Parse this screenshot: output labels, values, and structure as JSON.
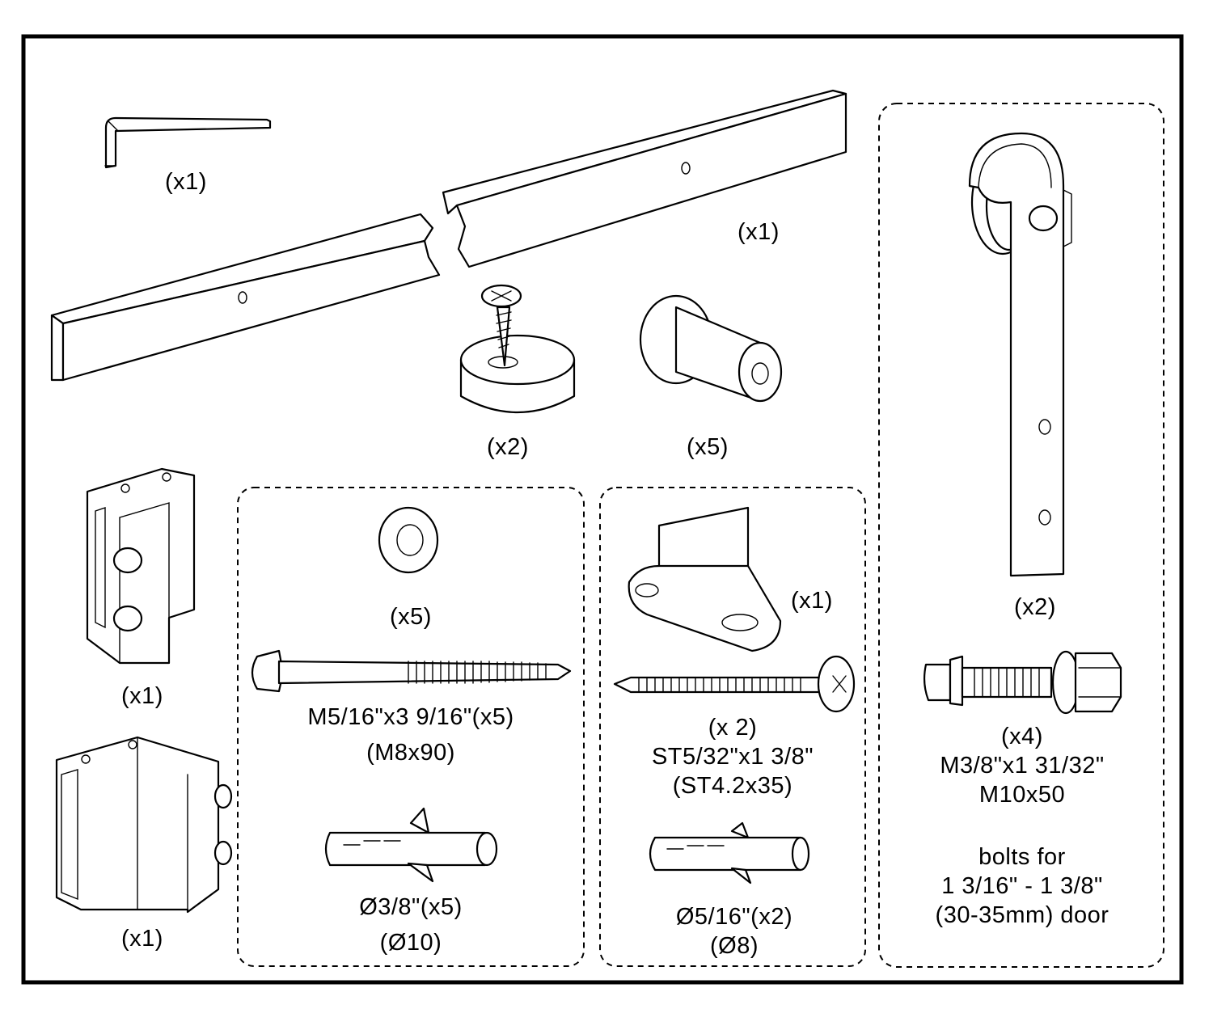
{
  "parts": {
    "hex_key": {
      "qty": "(x1)"
    },
    "track_rail": {
      "qty": "(x1)"
    },
    "track_stopper": {
      "qty": "(x2)"
    },
    "spacer": {
      "qty": "(x5)"
    },
    "anti_jump_block_a": {
      "qty": "(x1)"
    },
    "anti_jump_block_b": {
      "qty": "(x1)"
    },
    "washer": {
      "qty": "(x5)"
    },
    "lag_bolt": {
      "line1": "M5/16\"x3 9/16\"(x5)",
      "line2": "(M8x90)"
    },
    "anchor_large": {
      "line1": "Ø3/8\"(x5)",
      "line2": "(Ø10)"
    },
    "floor_guide": {
      "qty": "(x1)"
    },
    "pan_screw": {
      "line1": "(x 2)",
      "line2": "ST5/32\"x1 3/8\"",
      "line3": "(ST4.2x35)"
    },
    "anchor_small": {
      "line1": "Ø5/16\"(x2)",
      "line2": "(Ø8)"
    },
    "hanger_strap": {
      "qty": "(x2)"
    },
    "hanger_bolt": {
      "line1": "(x4)",
      "line2": "M3/8\"x1 31/32\"",
      "line3": "M10x50"
    },
    "door_note": {
      "line1": "bolts  for",
      "line2": "1 3/16\" - 1 3/8\"",
      "line3": "(30-35mm) door"
    }
  },
  "colors": {
    "line": "#000000",
    "background": "#ffffff"
  }
}
